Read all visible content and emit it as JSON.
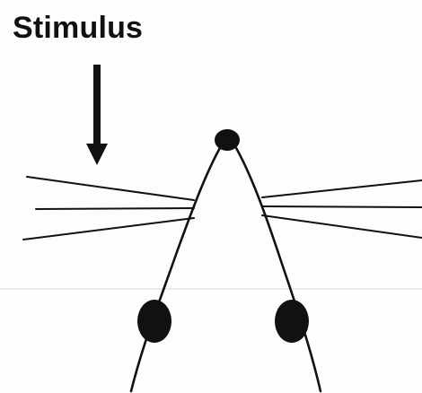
{
  "stimulus": {
    "label": "Stimulus"
  },
  "diagram": {
    "elements": [
      "stimulus-arrow",
      "rat-head-outline",
      "nose-dot",
      "whiskers-left",
      "whiskers-right",
      "ear-left",
      "ear-right"
    ],
    "ink_color": "#111111"
  }
}
